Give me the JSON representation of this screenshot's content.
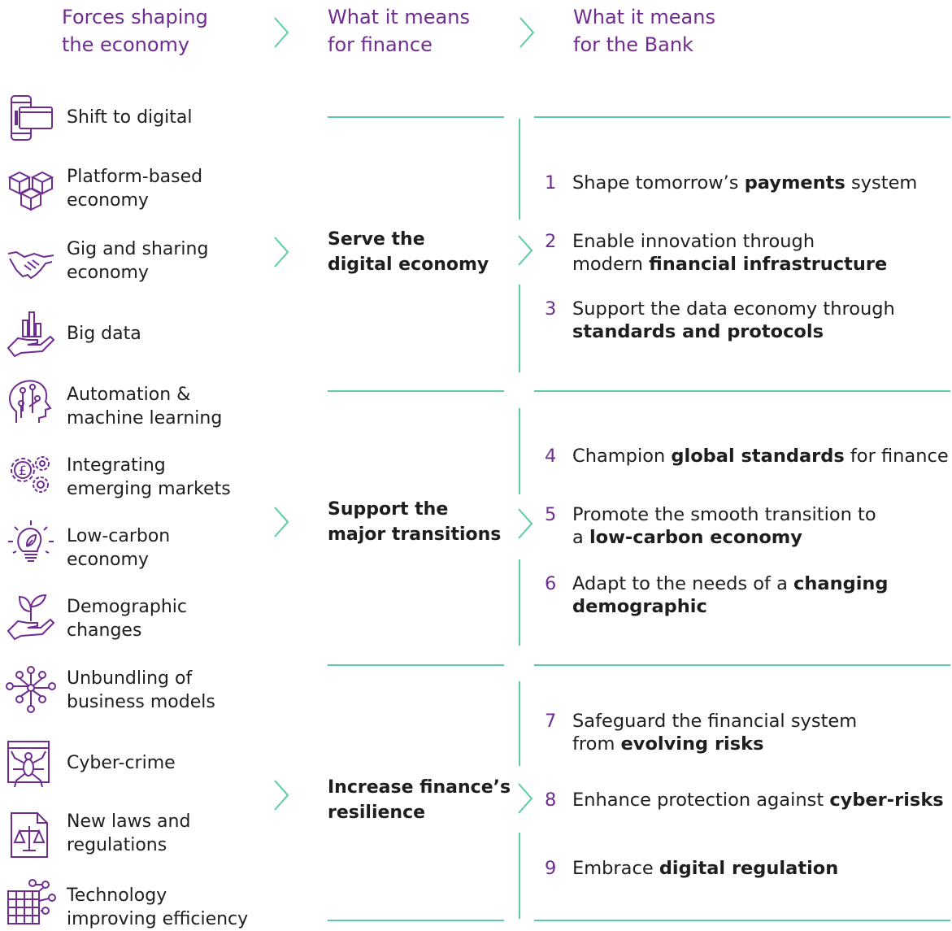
{
  "columns": {
    "forces": {
      "line1": "Forces shaping",
      "line2": "the economy"
    },
    "finance": {
      "line1": "What it means",
      "line2": "for finance"
    },
    "bank": {
      "line1": "What it means",
      "line2": "for the Bank"
    }
  },
  "colors": {
    "purple": "#6f2c91",
    "teal": "#5ccaa9",
    "text": "#1e1e1e"
  },
  "forces": [
    {
      "icon": "mobile-screens-icon",
      "line1": "Shift to digital",
      "line2": ""
    },
    {
      "icon": "cubes-icon",
      "line1": "Platform-based",
      "line2": "economy"
    },
    {
      "icon": "handshake-icon",
      "line1": "Gig and sharing",
      "line2": "economy"
    },
    {
      "icon": "hand-chart-icon",
      "line1": "Big data",
      "line2": ""
    },
    {
      "icon": "head-circuit-icon",
      "line1": "Automation &",
      "line2": "machine learning"
    },
    {
      "icon": "pound-gears-icon",
      "line1": "Integrating",
      "line2": "emerging markets"
    },
    {
      "icon": "lightbulb-leaf-icon",
      "line1": "Low-carbon",
      "line2": "economy"
    },
    {
      "icon": "hand-plant-icon",
      "line1": "Demographic",
      "line2": "changes"
    },
    {
      "icon": "network-nodes-icon",
      "line1": "Unbundling of",
      "line2": "business models"
    },
    {
      "icon": "bug-window-icon",
      "line1": "Cyber-crime",
      "line2": ""
    },
    {
      "icon": "document-scales-icon",
      "line1": "New laws and",
      "line2": "regulations"
    },
    {
      "icon": "grid-network-icon",
      "line1": "Technology",
      "line2": "improving efficiency"
    }
  ],
  "themes": [
    {
      "line1": "Serve the",
      "line2": "digital economy"
    },
    {
      "line1": "Support the",
      "line2": "major transitions"
    },
    {
      "line1": "Increase finance’s",
      "line2": "resilience"
    }
  ],
  "items": [
    {
      "num": "1",
      "l1_pre": "Shape tomorrow’s ",
      "l1_bold": "payments",
      "l1_post": " system",
      "l2_pre": "",
      "l2_bold": "",
      "l2_post": ""
    },
    {
      "num": "2",
      "l1_pre": "Enable innovation through",
      "l1_bold": "",
      "l1_post": "",
      "l2_pre": "modern ",
      "l2_bold": "financial infrastructure",
      "l2_post": ""
    },
    {
      "num": "3",
      "l1_pre": "Support the data economy through",
      "l1_bold": "",
      "l1_post": "",
      "l2_pre": "",
      "l2_bold": "standards and protocols",
      "l2_post": ""
    },
    {
      "num": "4",
      "l1_pre": "Champion ",
      "l1_bold": "global standards",
      "l1_post": " for finance",
      "l2_pre": "",
      "l2_bold": "",
      "l2_post": ""
    },
    {
      "num": "5",
      "l1_pre": "Promote the smooth transition to",
      "l1_bold": "",
      "l1_post": "",
      "l2_pre": "a ",
      "l2_bold": "low-carbon economy",
      "l2_post": ""
    },
    {
      "num": "6",
      "l1_pre": "Adapt to the needs of a ",
      "l1_bold": "changing",
      "l1_post": "",
      "l2_pre": "",
      "l2_bold": "demographic",
      "l2_post": ""
    },
    {
      "num": "7",
      "l1_pre": "Safeguard the financial system",
      "l1_bold": "",
      "l1_post": "",
      "l2_pre": "from ",
      "l2_bold": "evolving risks",
      "l2_post": ""
    },
    {
      "num": "8",
      "l1_pre": "Enhance protection against ",
      "l1_bold": "cyber-risks",
      "l1_post": "",
      "l2_pre": "",
      "l2_bold": "",
      "l2_post": ""
    },
    {
      "num": "9",
      "l1_pre": "Embrace ",
      "l1_bold": "digital regulation",
      "l1_post": "",
      "l2_pre": "",
      "l2_bold": "",
      "l2_post": ""
    }
  ]
}
